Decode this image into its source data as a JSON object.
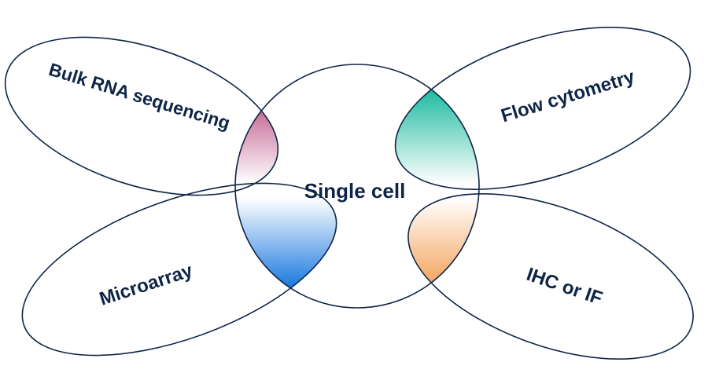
{
  "diagram": {
    "type": "venn",
    "center": {
      "label": "Single cell"
    },
    "sets": [
      {
        "id": "bulk",
        "label": "Bulk RNA sequencing",
        "position": "top-left",
        "overlap_color": "#b0346f"
      },
      {
        "id": "flow",
        "label": "Flow cytometry",
        "position": "top-right",
        "overlap_color": "#0bb597"
      },
      {
        "id": "micro",
        "label": "Microarray",
        "position": "bottom-left",
        "overlap_color": "#0a6fdc"
      },
      {
        "id": "ihc",
        "label": "IHC or IF",
        "position": "bottom-right",
        "overlap_color": "#f39a4c"
      }
    ],
    "colors": {
      "text": "#0f2547",
      "outline": "#0f2547",
      "background": "#ffffff"
    }
  }
}
